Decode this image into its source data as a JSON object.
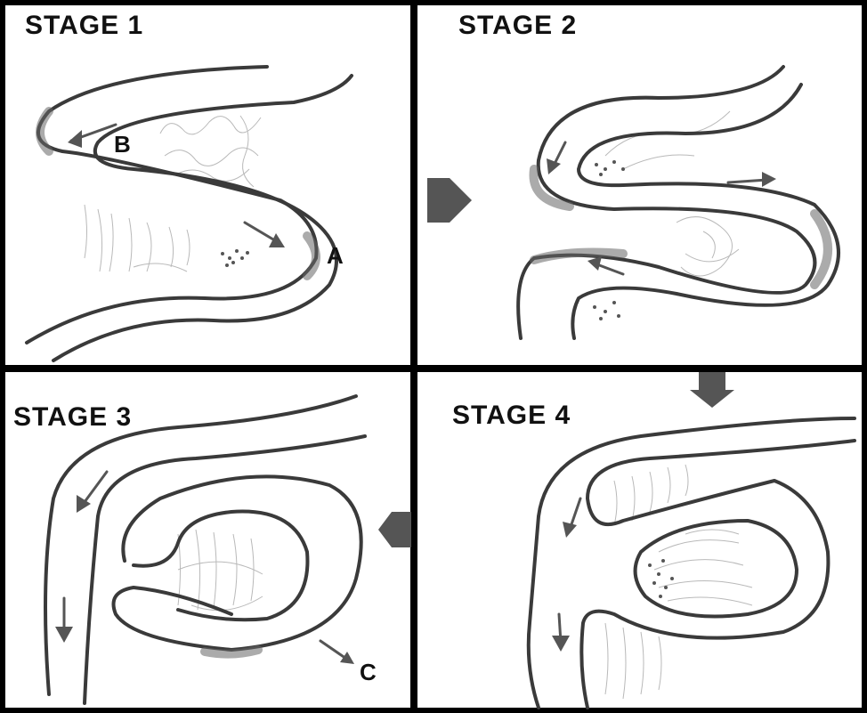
{
  "stages": [
    {
      "title": "STAGE 1"
    },
    {
      "title": "STAGE 2"
    },
    {
      "title": "STAGE 3"
    },
    {
      "title": "STAGE 4"
    }
  ],
  "points": {
    "a": "A",
    "b": "B",
    "c": "C"
  },
  "colors": {
    "ink": "#3a3a3a",
    "shading": "#b9b9b9",
    "border": "#000000"
  }
}
